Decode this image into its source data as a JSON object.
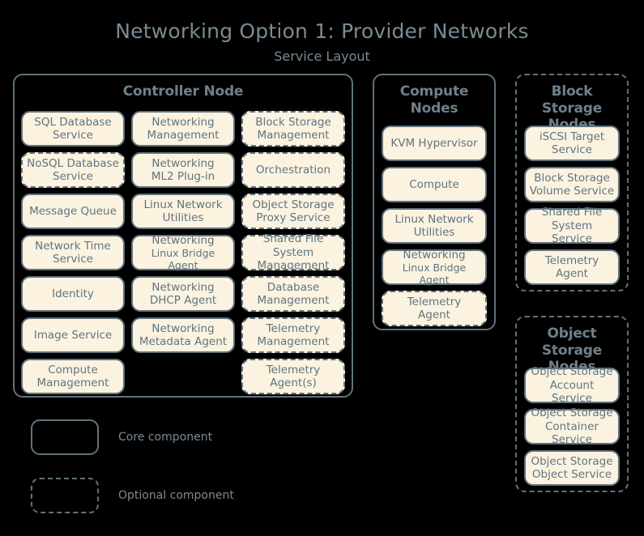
{
  "title": "Networking Option 1: Provider Networks",
  "subtitle": "Service Layout",
  "colors": {
    "background": "#000000",
    "box_fill": "#fbf3e0",
    "border": "#60727d",
    "text": "#5f7480",
    "title_text": "#7b8a94"
  },
  "nodes": [
    {
      "id": "controller",
      "title": "Controller Node",
      "style": "core",
      "services": [
        {
          "line1": "SQL Database",
          "line2": "Service",
          "style": "core"
        },
        {
          "line1": "Networking",
          "line2": "Management",
          "style": "core"
        },
        {
          "line1": "Block Storage",
          "line2": "Management",
          "style": "optional"
        },
        {
          "line1": "NoSQL Database",
          "line2": "Service",
          "style": "optional"
        },
        {
          "line1": "Networking",
          "line2": "ML2 Plug-in",
          "style": "core"
        },
        {
          "line1": "Orchestration",
          "line2": "",
          "style": "optional"
        },
        {
          "line1": "Message Queue",
          "line2": "",
          "style": "core"
        },
        {
          "line1": "Linux Network",
          "line2": "Utilities",
          "style": "core"
        },
        {
          "line1": "Object Storage",
          "line2": "Proxy Service",
          "style": "optional"
        },
        {
          "line1": "Network Time",
          "line2": "Service",
          "style": "core"
        },
        {
          "line1": "Networking",
          "line2": "Linux Bridge Agent",
          "style": "core",
          "small2": true
        },
        {
          "line1": "Shared File System",
          "line2": "Management",
          "style": "optional"
        },
        {
          "line1": "Identity",
          "line2": "",
          "style": "core"
        },
        {
          "line1": "Networking",
          "line2": "DHCP Agent",
          "style": "core"
        },
        {
          "line1": "Database",
          "line2": "Management",
          "style": "optional"
        },
        {
          "line1": "Image Service",
          "line2": "",
          "style": "core"
        },
        {
          "line1": "Networking",
          "line2": "Metadata Agent",
          "style": "core"
        },
        {
          "line1": "Telemetry",
          "line2": "Management",
          "style": "optional"
        },
        {
          "line1": "Compute",
          "line2": "Management",
          "style": "core"
        },
        {
          "line1": "",
          "line2": "",
          "style": "empty"
        },
        {
          "line1": "Telemetry",
          "line2": "Agent(s)",
          "style": "optional"
        }
      ]
    },
    {
      "id": "compute",
      "title": "Compute Nodes",
      "style": "core",
      "services": [
        {
          "line1": "KVM Hypervisor",
          "line2": "",
          "style": "core"
        },
        {
          "line1": "Compute",
          "line2": "",
          "style": "core"
        },
        {
          "line1": "Linux Network",
          "line2": "Utilities",
          "style": "core"
        },
        {
          "line1": "Networking",
          "line2": "Linux Bridge Agent",
          "style": "core",
          "small2": true
        },
        {
          "line1": "Telemetry",
          "line2": "Agent",
          "style": "optional"
        }
      ]
    },
    {
      "id": "block-storage",
      "title": "Block Storage Nodes",
      "style": "optional",
      "services": [
        {
          "line1": "iSCSI Target",
          "line2": "Service",
          "style": "core"
        },
        {
          "line1": "Block Storage",
          "line2": "Volume Service",
          "style": "core"
        },
        {
          "line1": "Shared File System",
          "line2": "Service",
          "style": "core"
        },
        {
          "line1": "Telemetry",
          "line2": "Agent",
          "style": "core"
        }
      ]
    },
    {
      "id": "object-storage",
      "title": "Object Storage Nodes",
      "style": "optional",
      "services": [
        {
          "line1": "Object Storage",
          "line2": "Account Service",
          "style": "core"
        },
        {
          "line1": "Object Storage",
          "line2": "Container Service",
          "style": "core"
        },
        {
          "line1": "Object Storage",
          "line2": "Object Service",
          "style": "core"
        }
      ]
    }
  ],
  "legend": [
    {
      "style": "core",
      "label": "Core component"
    },
    {
      "style": "optional",
      "label": "Optional component"
    }
  ]
}
